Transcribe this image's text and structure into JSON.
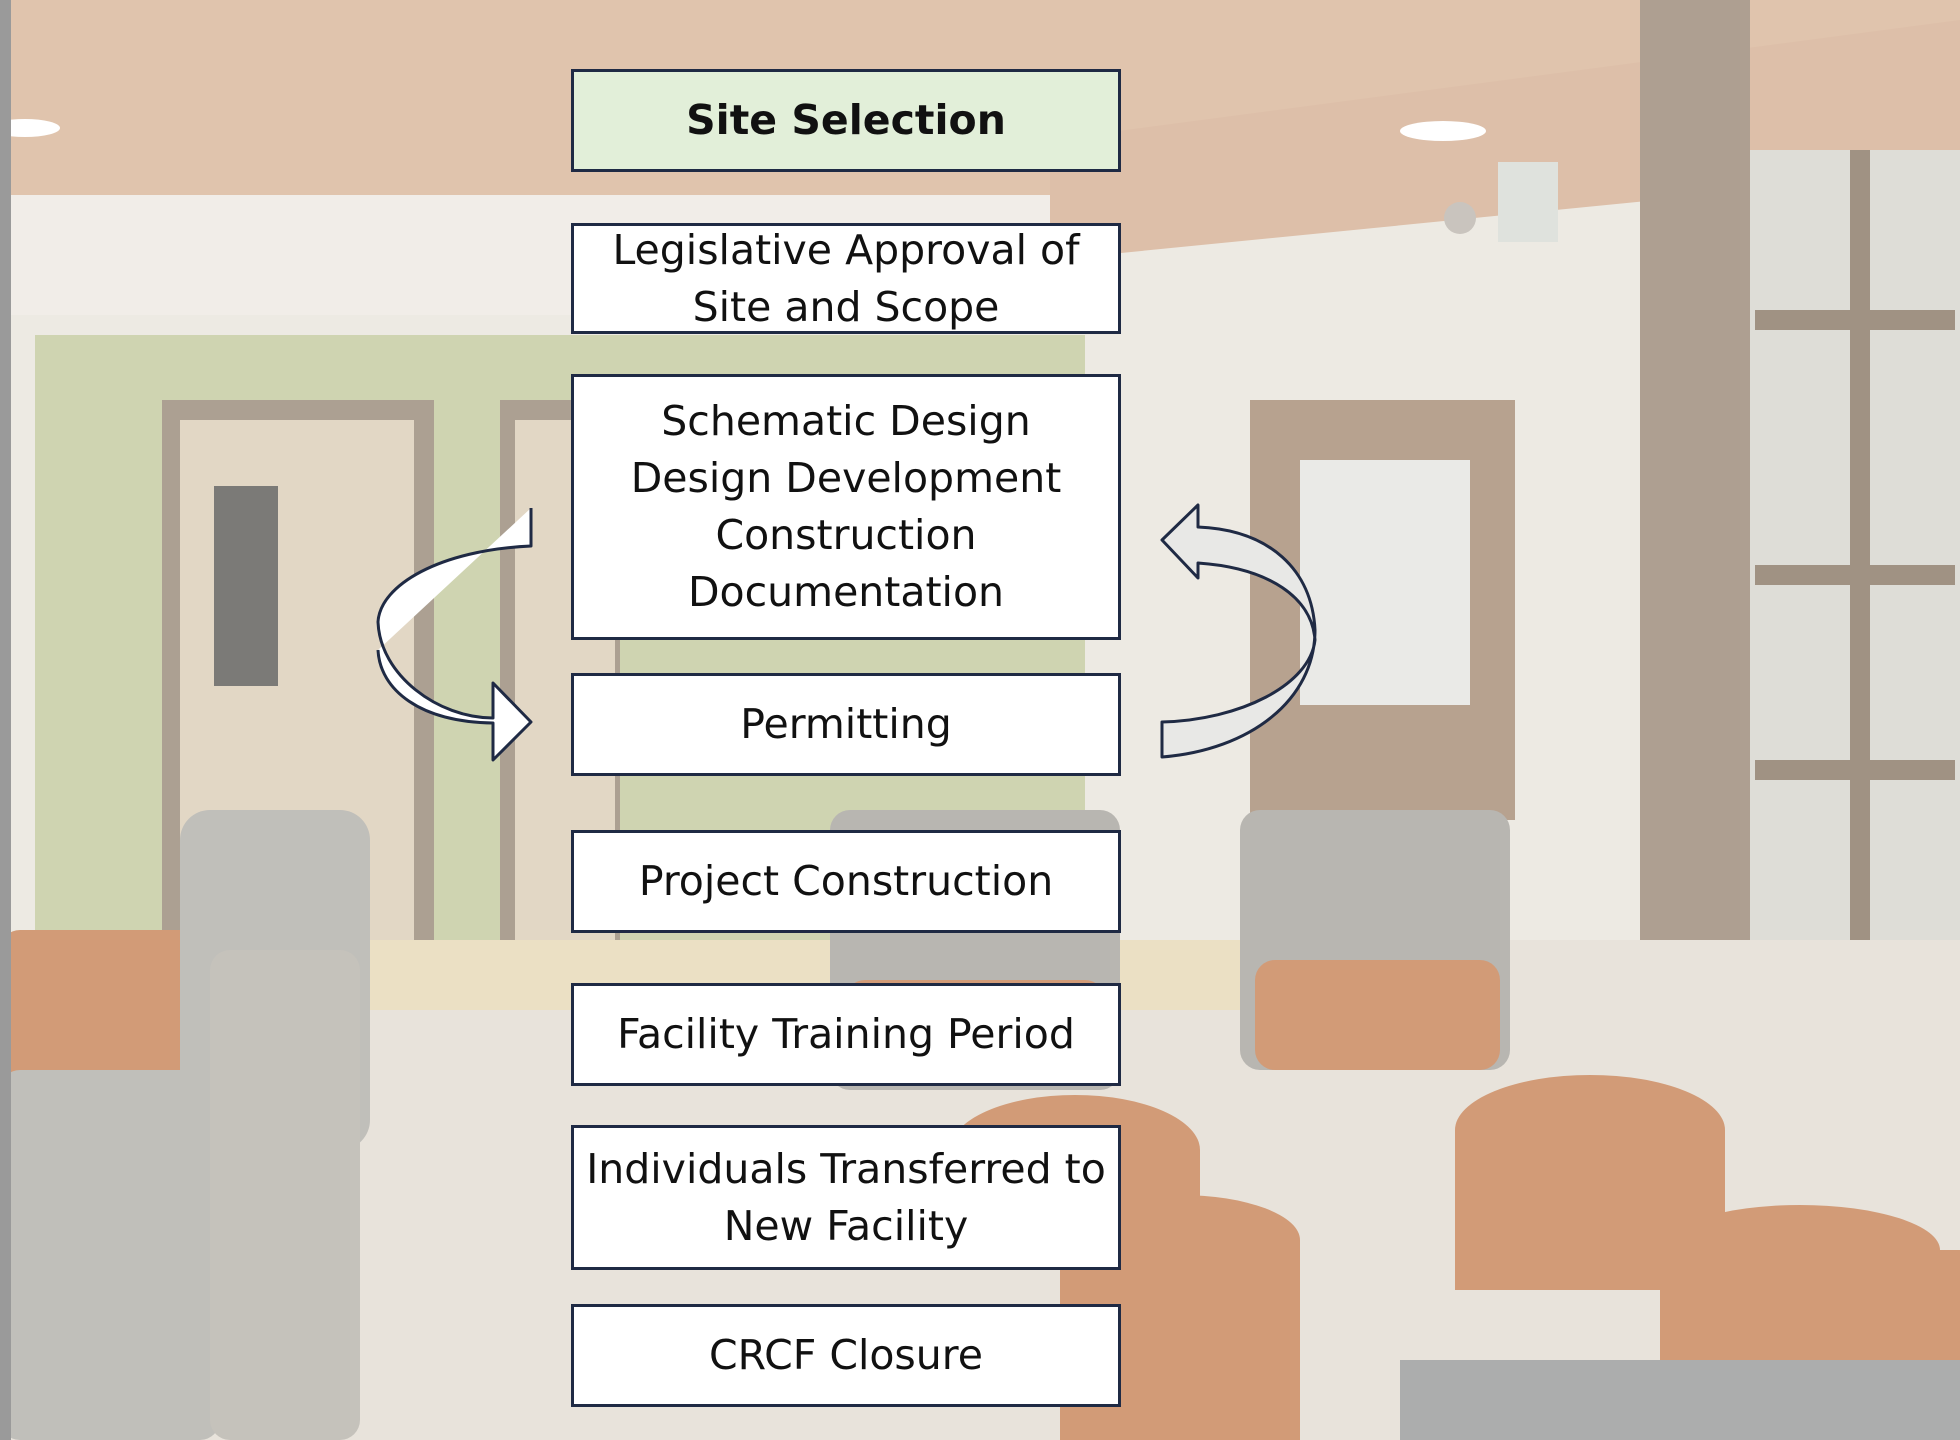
{
  "diagram": {
    "steps": [
      {
        "label": "Site Selection"
      },
      {
        "label": "Legislative Approval of\nSite and Scope"
      },
      {
        "label": "Schematic Design\nDesign Development\nConstruction\nDocumentation"
      },
      {
        "label": "Permitting"
      },
      {
        "label": "Project Construction"
      },
      {
        "label": "Facility Training Period"
      },
      {
        "label": "Individuals Transferred to\nNew Facility"
      },
      {
        "label": "CRCF Closure"
      }
    ],
    "loop_arrows": [
      "curved-arrow-down",
      "curved-arrow-up"
    ]
  },
  "colors": {
    "box_border": "#1f2a44",
    "box_fill": "#ffffff",
    "highlight_fill": "#e2efd9",
    "text": "#111111"
  }
}
